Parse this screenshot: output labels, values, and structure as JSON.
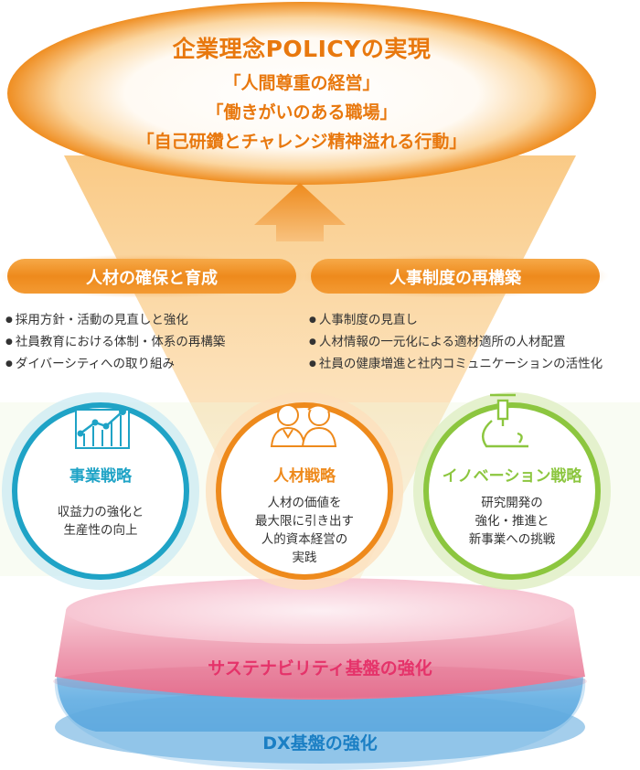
{
  "policy": {
    "title": "企業理念POLICYの実現",
    "lines": [
      "「人間尊重の経営」",
      "「働きがいのある職場」",
      "「自己研鑽とチャレンジ精神溢れる行動」"
    ]
  },
  "left_pillar": {
    "title": "人材の確保と育成",
    "items": [
      "採用方針・活動の見直しと強化",
      "社員教育における体制・体系の再構築",
      "ダイバーシティへの取り組み"
    ]
  },
  "right_pillar": {
    "title": "人事制度の再構築",
    "items": [
      "人事制度の見直し",
      "人材情報の一元化による適材適所の人材配置",
      "社員の健康増進と社内コミュニケーションの活性化"
    ]
  },
  "strategies": [
    {
      "title": "事業戦略",
      "desc": [
        "収益力の強化と",
        "生産性の向上"
      ],
      "color": "#1fa3c6",
      "icon": "chart-icon"
    },
    {
      "title": "人材戦略",
      "desc": [
        "人材の価値を",
        "最大限に引き出す",
        "人的資本経営の",
        "実践"
      ],
      "color": "#ee8a1c",
      "icon": "people-icon"
    },
    {
      "title": "イノベーション戦略",
      "desc": [
        "研究開発の",
        "強化・推進と",
        "新事業への挑戦"
      ],
      "color": "#8cc63f",
      "icon": "microscope-icon"
    }
  ],
  "foundations": {
    "sustainability": "サステナビリティ基盤の強化",
    "dx": "DX基盤の強化"
  },
  "colors": {
    "orange": "#ee8a1c",
    "pink": "#e5336a",
    "blue": "#1b7fc4"
  }
}
